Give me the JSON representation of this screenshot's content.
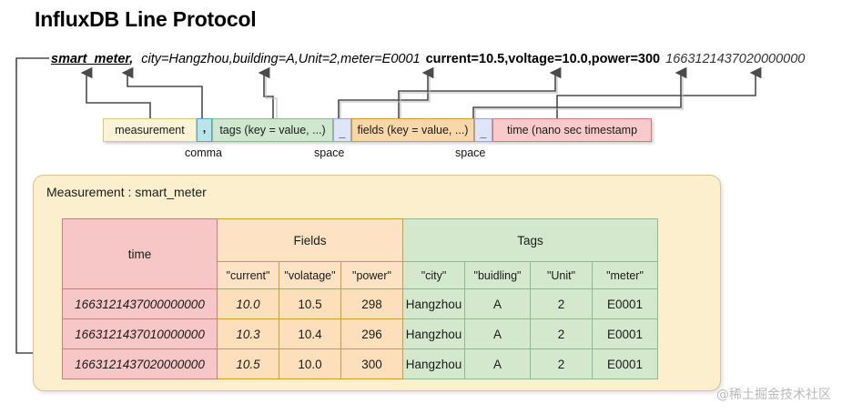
{
  "page": {
    "title": "InfluxDB Line Protocol",
    "watermark": "@稀土掘金技术社区"
  },
  "protocol_line": {
    "measurement": "smart_meter",
    "comma": ",",
    "tags": "city=Hangzhou,building=A,Unit=2,meter=E0001",
    "fields": "current=10.5,voltage=10.0,power=300",
    "timestamp": "1663121437020000000"
  },
  "legend": {
    "cells": [
      {
        "id": "measurement",
        "label": "measurement",
        "color": "#fdf3d7",
        "border": "#d9c88a"
      },
      {
        "id": "sep-comma",
        "label": ",",
        "color": "#b8e4ea",
        "border": "#57a9bb"
      },
      {
        "id": "tags",
        "label": "tags (key = value, ...)",
        "color": "#cfe7cf",
        "border": "#8cba8c"
      },
      {
        "id": "sep-space-1",
        "label": "_",
        "color": "#dfe4f7",
        "border": "#9aa6d6"
      },
      {
        "id": "fields",
        "label": "fields (key = value, ...)",
        "color": "#f8d8a8",
        "border": "#d49b2e"
      },
      {
        "id": "sep-space-2",
        "label": "_",
        "color": "#dfe4f7",
        "border": "#9aa6d6"
      },
      {
        "id": "time",
        "label": "time (nano sec timestamp",
        "color": "#fac9c9",
        "border": "#d07b7b"
      }
    ],
    "captions": {
      "comma": "comma",
      "space_1": "space",
      "space_2": "space"
    }
  },
  "panel": {
    "caption": "Measurement : smart_meter",
    "accent": "#fcefce"
  },
  "table": {
    "time_header": "time",
    "group_headers": [
      {
        "label": "Fields",
        "span": 3
      },
      {
        "label": "Tags",
        "span": 4
      }
    ],
    "field_columns": [
      "\"current\"",
      "\"volatage\"",
      "\"power\""
    ],
    "tag_columns": [
      "\"city\"",
      "\"buidling\"",
      "\"Unit\"",
      "\"meter\""
    ],
    "rows": [
      {
        "time": "1663121437000000000",
        "fields": [
          "10.0",
          "10.5",
          "298"
        ],
        "tags": [
          "Hangzhou",
          "A",
          "2",
          "E0001"
        ]
      },
      {
        "time": "1663121437010000000",
        "fields": [
          "10.3",
          "10.4",
          "296"
        ],
        "tags": [
          "Hangzhou",
          "A",
          "2",
          "E0001"
        ]
      },
      {
        "time": "1663121437020000000",
        "fields": [
          "10.5",
          "10.0",
          "300"
        ],
        "tags": [
          "Hangzhou",
          "A",
          "2",
          "E0001"
        ]
      }
    ]
  }
}
